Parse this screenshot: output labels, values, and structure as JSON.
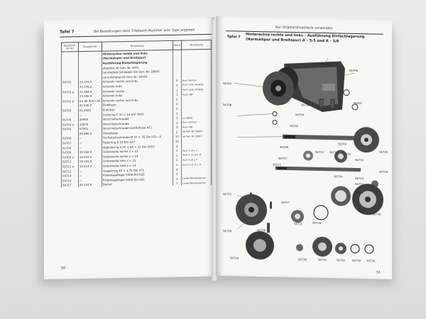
{
  "left_page": {
    "tafel": "Tafel 7",
    "header_note": "Bei Bestellungen stets Triebwerk-Nummer und -Type angeben",
    "columns": [
      "Bestell-Nr. für Teil",
      "Ersatzteil Nr.",
      "Benennung",
      "Stück",
      "Bemerkung"
    ],
    "rows": [
      {
        "nr": "",
        "ersatz": "",
        "name": "Hinterachse rechts und links",
        "qty": "",
        "note": "",
        "bold": true
      },
      {
        "nr": "",
        "ersatz": "",
        "name": "(Normalspur und Breitspur)",
        "qty": "",
        "note": "",
        "bold": true
      },
      {
        "nr": "",
        "ersatz": "",
        "name": "Ausführung Einfachlagerung",
        "qty": "",
        "note": "",
        "bold": true
      },
      {
        "nr": "",
        "ersatz": "",
        "name": "abgelöst ab Gen.-Nr. 6871",
        "qty": "",
        "note": "",
        "bold": false
      },
      {
        "nr": "",
        "ersatz": "",
        "name": "Lenzkotten-Schlepper bis Gen.-Nr. 18603",
        "qty": "",
        "note": "",
        "bold": false
      },
      {
        "nr": "",
        "ersatz": "",
        "name": "Lenz-Anhäng bis Gen.-Nr. 16916",
        "qty": "",
        "note": "",
        "bold": false
      },
      {
        "nr": "56701",
        "ersatz": "33.374.0",
        "name": "Achsrohr rechts und links",
        "qty": "2",
        "note": "Ausf. Normal",
        "bold": false
      },
      {
        "nr": "",
        "ersatz": "33.376.0",
        "name": "Achsrohr links",
        "qty": "1",
        "note": "Ausf. Lenk.-Anhäng",
        "bold": false
      },
      {
        "nr": "56701 a",
        "ersatz": "33.384.0",
        "name": "Achsrohr rechts",
        "qty": "1",
        "note": "Ausf. Lenk.-Anhäng",
        "bold": false
      },
      {
        "nr": "",
        "ersatz": "33.386.0",
        "name": "Achsrohr links",
        "qty": "1",
        "note": "Ausf. HNF",
        "bold": false
      },
      {
        "nr": "56701 b",
        "ersatz": "für SK 926—36",
        "name": "Achsrohr rechts und links",
        "qty": "2",
        "note": "",
        "bold": false
      },
      {
        "nr": "",
        "ersatz": "30.545.0",
        "name": "Einblitzen",
        "qty": "2",
        "note": "",
        "bold": false
      },
      {
        "nr": "56703",
        "ersatz": "01.4028",
        "name": "Entlüfter",
        "qty": "2",
        "note": "",
        "bold": false
      },
      {
        "nr": "",
        "ersatz": "—",
        "name": "Dichtring C 10 × 14 Din 7603",
        "qty": "2",
        "note": "",
        "bold": false
      },
      {
        "nr": "56704",
        "ersatz": "20950",
        "name": "Verschlußschraube",
        "qty": "2",
        "note": "zu 56000",
        "bold": false
      },
      {
        "nr": "56704 a",
        "ersatz": "10870",
        "name": "Verschlußschraube",
        "qty": "2",
        "note": "Ausf. Normal",
        "bold": false
      },
      {
        "nr": "56705",
        "ersatz": "07951",
        "name": "Verschlußschraube (entfällt bei HC)",
        "qty": "2",
        "note": "Ausf. HNF",
        "bold": false
      },
      {
        "nr": "",
        "ersatz": "25.990.0",
        "name": "Ölmeßstab",
        "qty": "2",
        "note": "ab Gen.-Nr. 18604",
        "bold": false
      },
      {
        "nr": "56706",
        "ersatz": "—",
        "name": "Sechskantschraube M 10 × 35 Din 931—5",
        "qty": "10",
        "note": "ab Gen.-Nr. 16917",
        "bold": false
      },
      {
        "nr": "56707",
        "ersatz": "—",
        "name": "Federring B 10 Din 127",
        "qty": "10",
        "note": "",
        "bold": false
      },
      {
        "nr": "56708",
        "ersatz": "—",
        "name": "Abdichtring A 40 × 65 × 12 Din 6503",
        "qty": "2",
        "note": "",
        "bold": false
      },
      {
        "nr": "56709",
        "ersatz": "19.342.0",
        "name": "Seitenwelle rechts z = 15",
        "qty": "1",
        "note": "Ausf. A, B u. F",
        "bold": false
      },
      {
        "nr": "56709 a",
        "ersatz": "19.415.0",
        "name": "Seitenwelle rechts z = 14",
        "qty": "1",
        "note": "Ausf. C, D, G u. H",
        "bold": false
      },
      {
        "nr": "56711",
        "ersatz": "19.341.0",
        "name": "Seitenwelle links z = 15",
        "qty": "1",
        "note": "Ausf. A, B u. F",
        "bold": false
      },
      {
        "nr": "56711 a",
        "ersatz": "19.414.0",
        "name": "Seitenwelle links z = 14",
        "qty": "1",
        "note": "Ausf. C, D, G u. H",
        "bold": false
      },
      {
        "nr": "56712",
        "ersatz": "—",
        "name": "Seegerring 45 × 1,75 Din 471",
        "qty": "4",
        "note": "",
        "bold": false
      },
      {
        "nr": "56714",
        "ersatz": "—",
        "name": "Rillenkugellager 6308 Din 625",
        "qty": "2",
        "note": "",
        "bold": false
      },
      {
        "nr": "56716",
        "ersatz": "—",
        "name": "Rillenkugellager 6209 Din 625",
        "qty": "2",
        "note": "Lenke Abtriebsbecher",
        "bold": false
      },
      {
        "nr": "56717",
        "ersatz": "49.332.0",
        "name": "Deckel",
        "qty": "1",
        "note": "Lenke Abtriebsbecher",
        "bold": false
      }
    ],
    "page_number": "50"
  },
  "right_page": {
    "header_note": "Nur Original-Ersatzteile verwenden",
    "tafel": "Tafel 7",
    "title_line1": "Hinterachse rechts und links – Ausführung Einfachlagerung",
    "title_line2": "(Normalspur und Breitspur) A – 5-5 und A – 5/6",
    "labels": [
      "56701",
      "56703",
      "56704",
      "56705",
      "56706",
      "56707",
      "56708",
      "56709",
      "56711",
      "56712",
      "56713",
      "56714",
      "56715",
      "56716",
      "56717",
      "56718",
      "56719",
      "56720",
      "56721",
      "56722",
      "56723",
      "56724",
      "56725",
      "56726",
      "56727",
      "56728",
      "56729",
      "56730",
      "56731",
      "56732",
      "56733",
      "56734",
      "56735",
      "56736",
      "56737"
    ],
    "page_number": "51"
  }
}
